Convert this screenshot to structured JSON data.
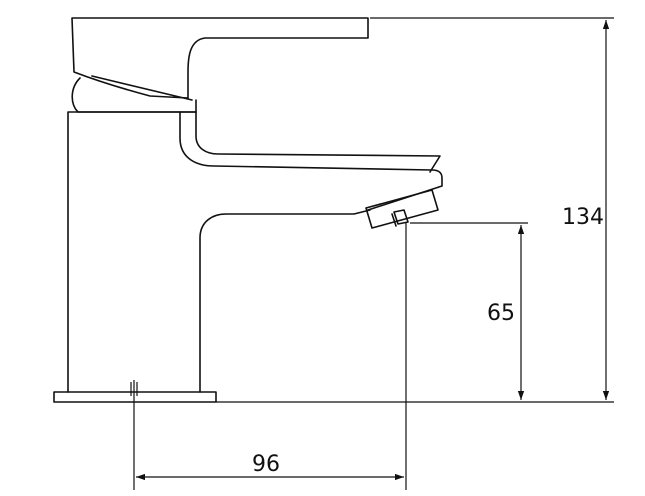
{
  "dimensions": {
    "overall_height": "134",
    "spout_height": "65",
    "spout_reach": "96"
  },
  "colors": {
    "line": "#111111",
    "background": "#ffffff"
  }
}
